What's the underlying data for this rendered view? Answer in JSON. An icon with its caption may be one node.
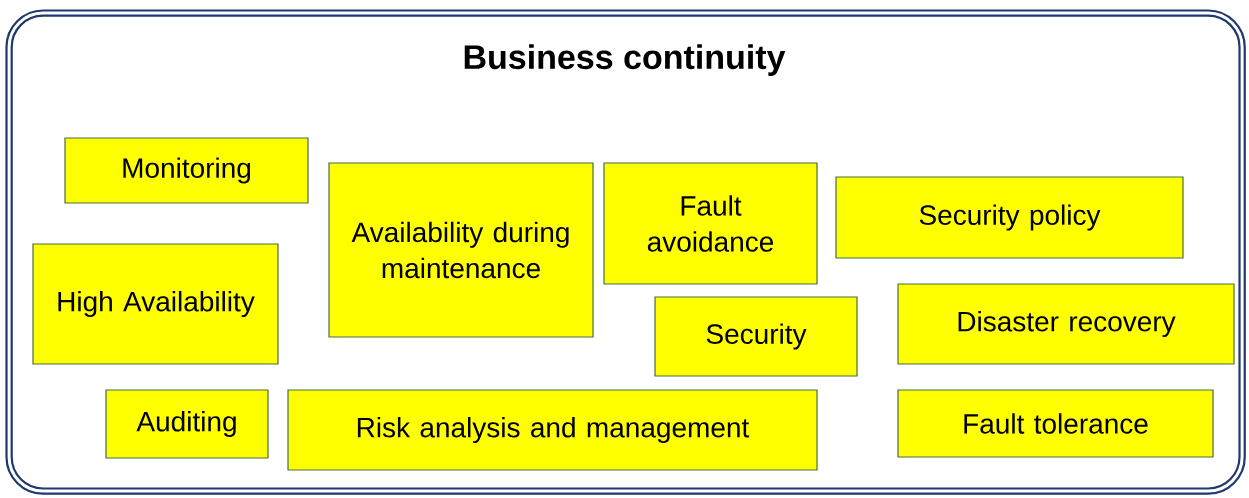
{
  "diagram": {
    "nodes": [
      {
        "text": [
          "Business continuity"
        ]
      },
      {
        "text": [
          "Monitoring"
        ],
        "in": 0
      },
      {
        "text": [
          "Availability during maintenance"
        ],
        "in": 0
      },
      {
        "text": [
          "Fault avoidance"
        ],
        "in": 0
      },
      {
        "text": [
          "Security policy"
        ],
        "in": 0
      },
      {
        "text": [
          "High Availability"
        ],
        "in": 0
      },
      {
        "text": [
          "Disaster recovery"
        ],
        "in": 0
      },
      {
        "text": [
          "Security"
        ],
        "in": 0
      },
      {
        "text": [
          "Auditing"
        ],
        "in": 0
      },
      {
        "text": [
          "Risk analysis and management"
        ],
        "in": 0
      },
      {
        "text": [
          "Fault tolerance"
        ],
        "in": 0
      }
    ]
  }
}
